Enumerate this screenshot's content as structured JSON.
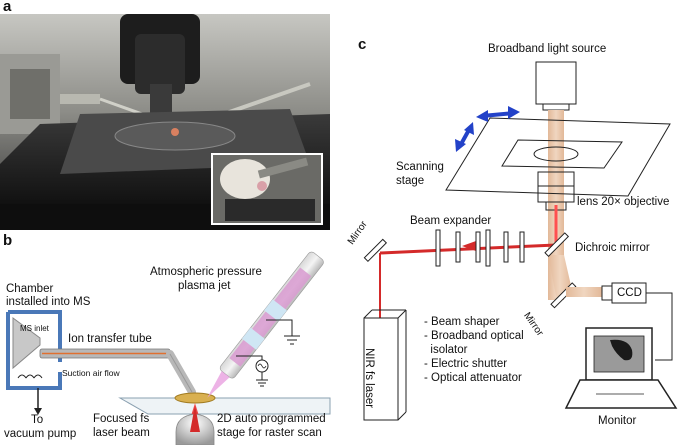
{
  "panels": {
    "a": {
      "letter": "a"
    },
    "b": {
      "letter": "b",
      "labels": {
        "chamber": [
          "Chamber",
          "installed into MS"
        ],
        "ms_inlet": "MS inlet",
        "ion_tube": "Ion transfer tube",
        "suction": "Suction air flow",
        "vacuum": [
          "To",
          "vacuum pump"
        ],
        "laser": [
          "Focused fs",
          "laser beam"
        ],
        "stage": [
          "2D auto programmed",
          "stage for raster scan"
        ],
        "plasma": [
          "Atmospheric pressure",
          "plasma jet"
        ]
      }
    },
    "c": {
      "letter": "c",
      "labels": {
        "light_source": "Broadband light source",
        "scanning_stage": [
          "Scanning",
          "stage"
        ],
        "objective": "lens 20× objective",
        "beam_expander": "Beam expander",
        "mirror_left": "Mirror",
        "dichroic": "Dichroic mirror",
        "mirror_lower": "Mirror",
        "ccd": "CCD",
        "nir_laser": "NIR fs laser",
        "components": [
          "- Beam shaper",
          "- Broadband optical",
          "  isolator",
          "- Electric shutter",
          "- Optical attenuator"
        ],
        "monitor": "Monitor"
      }
    }
  },
  "colors": {
    "laser": "#d42a2a",
    "light_beam": "#e8c4a8",
    "chamber": "#4a78b8",
    "arrow": "#2342c8",
    "plasma": "#c88ac0"
  }
}
